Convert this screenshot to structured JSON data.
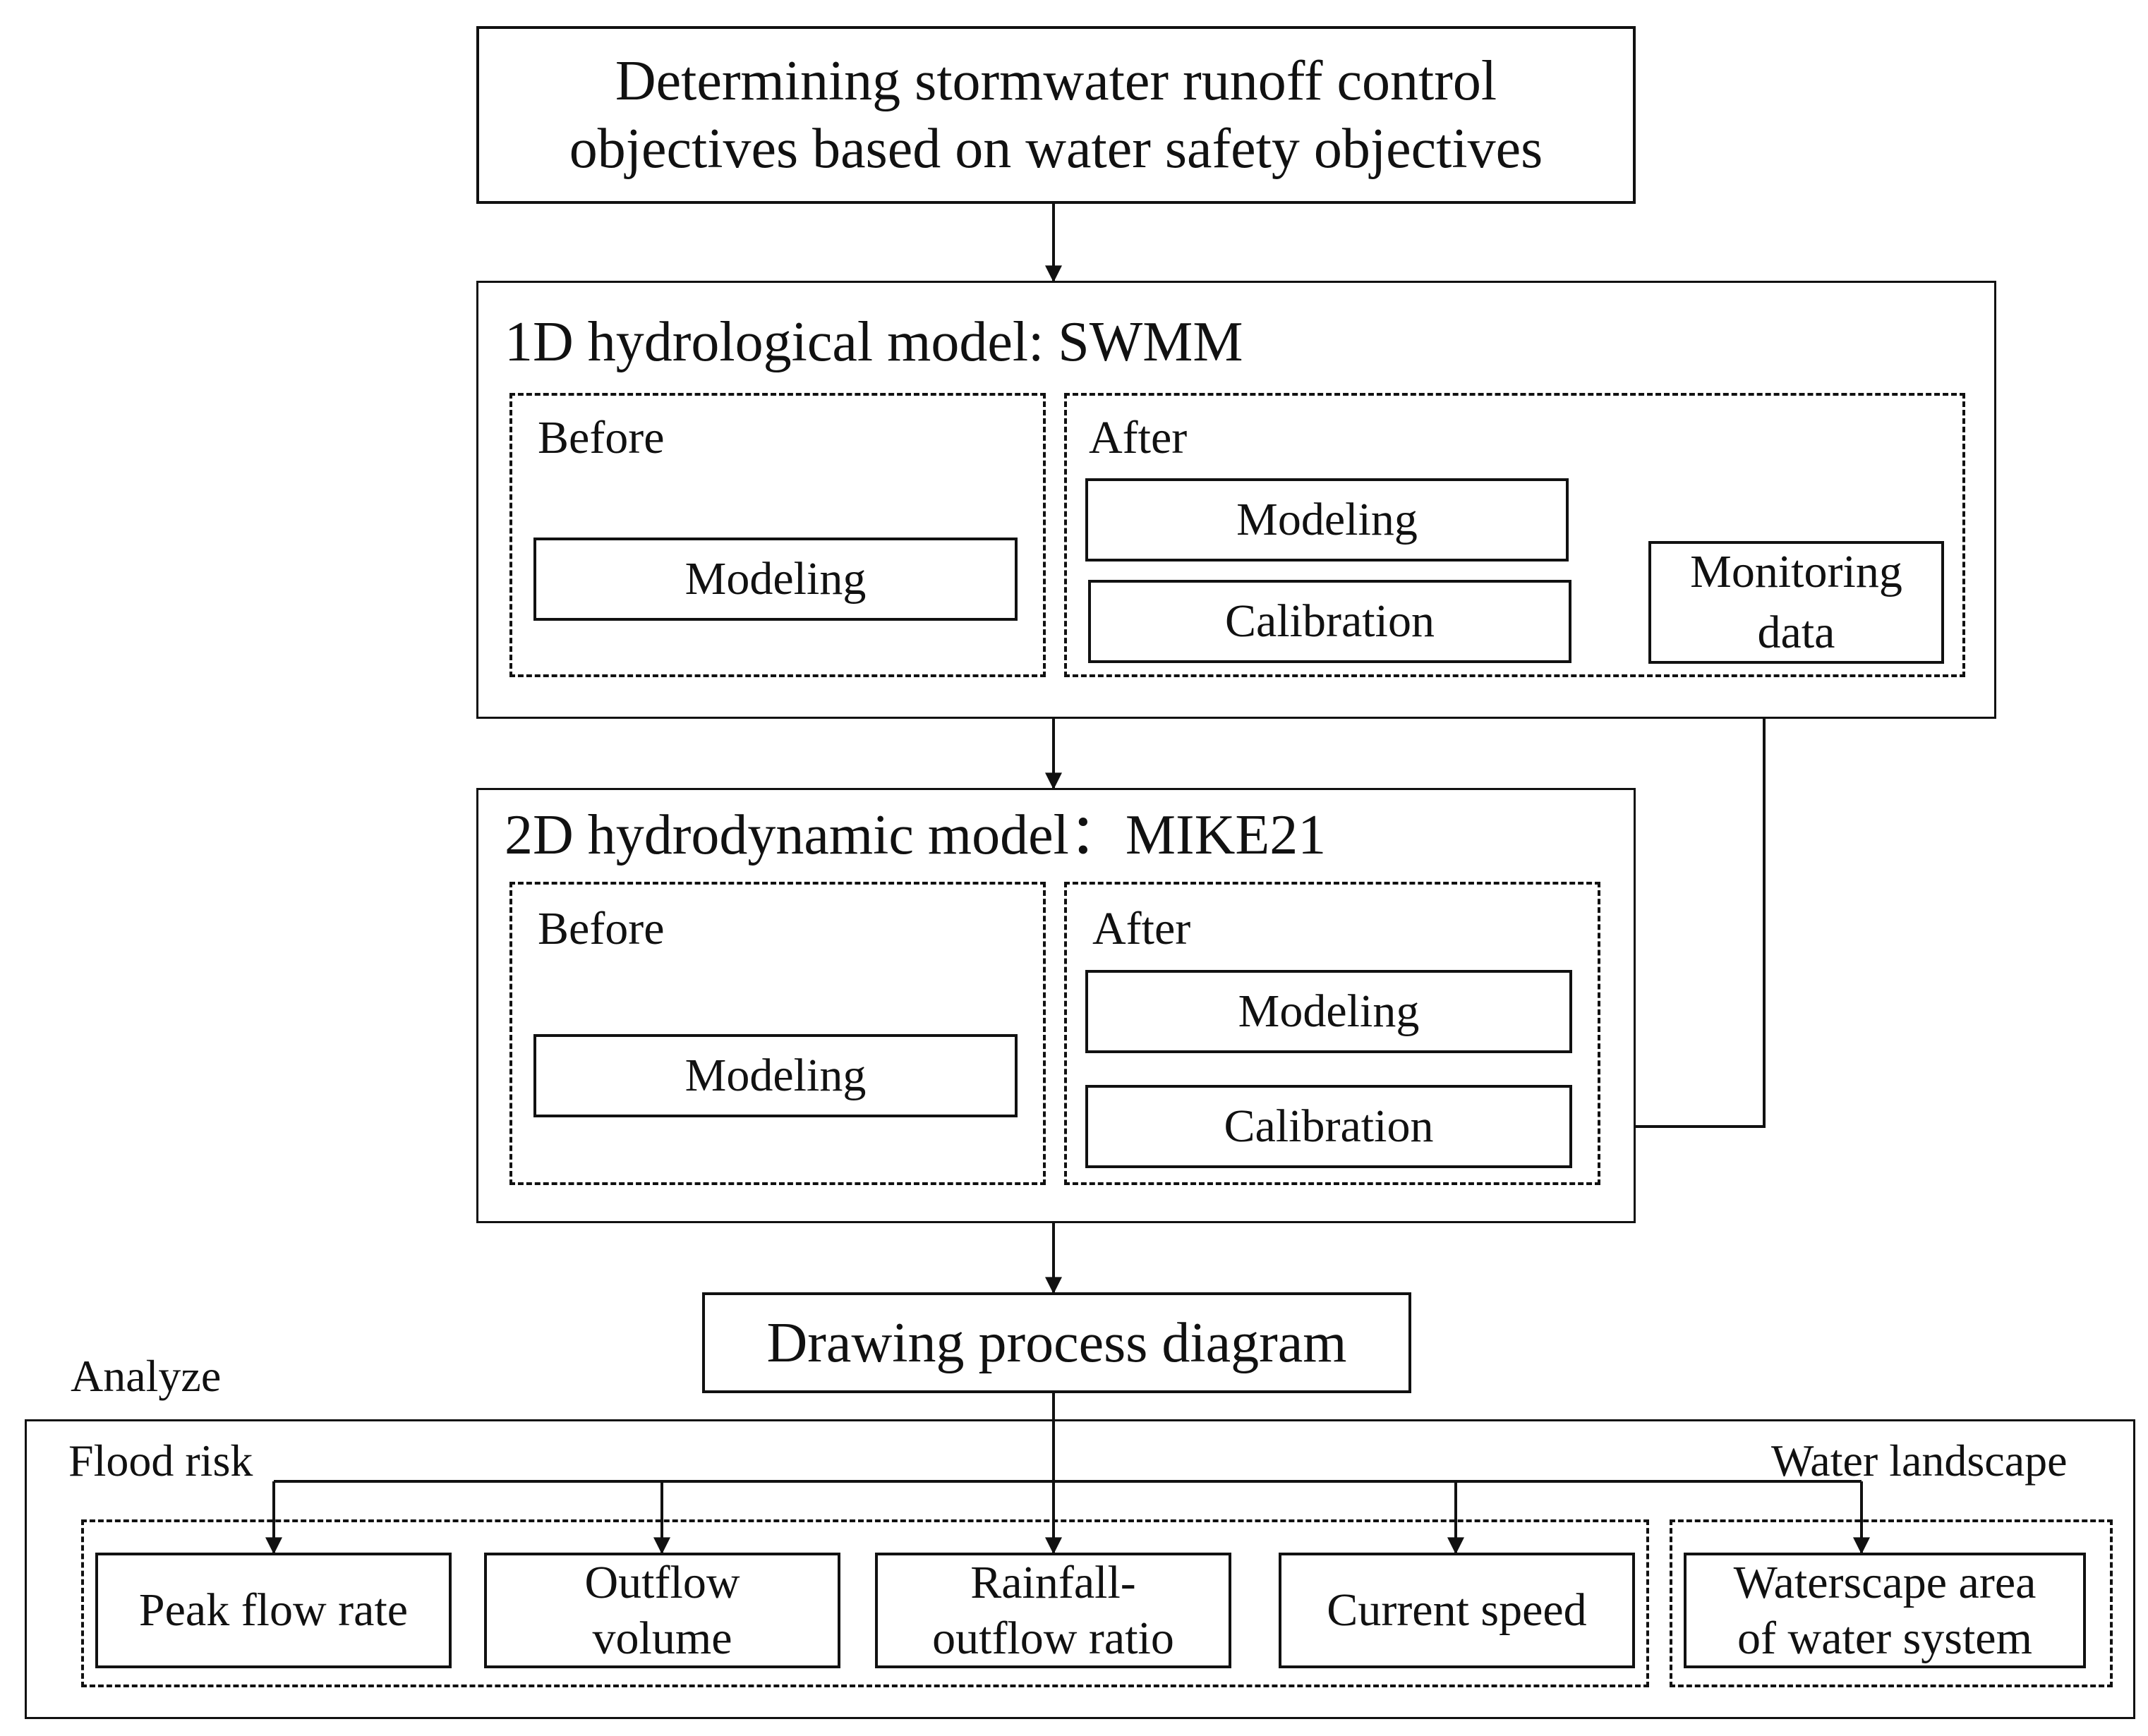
{
  "top": {
    "line1": "Determining stormwater runoff control",
    "line2": "objectives based on water safety objectives"
  },
  "swmm": {
    "title": "1D hydrological model: SWMM",
    "before": {
      "label": "Before",
      "modeling": "Modeling"
    },
    "after": {
      "label": "After",
      "modeling": "Modeling",
      "calibration": "Calibration"
    },
    "monitoring": {
      "line1": "Monitoring",
      "line2": "data"
    }
  },
  "mike": {
    "title": "2D hydrodynamic model：MIKE21",
    "before": {
      "label": "Before",
      "modeling": "Modeling"
    },
    "after": {
      "label": "After",
      "modeling": "Modeling",
      "calibration": "Calibration"
    }
  },
  "drawing": "Drawing process diagram",
  "analyze": {
    "title": "Analyze",
    "flood_risk": "Flood risk",
    "water_landscape": "Water landscape",
    "metrics": [
      {
        "line1": "Peak flow rate",
        "line2": ""
      },
      {
        "line1": "Outflow",
        "line2": "volume"
      },
      {
        "line1": "Rainfall-",
        "line2": "outflow ratio"
      },
      {
        "line1": "Current speed",
        "line2": ""
      },
      {
        "line1": "Waterscape area",
        "line2": "of water system"
      }
    ]
  }
}
